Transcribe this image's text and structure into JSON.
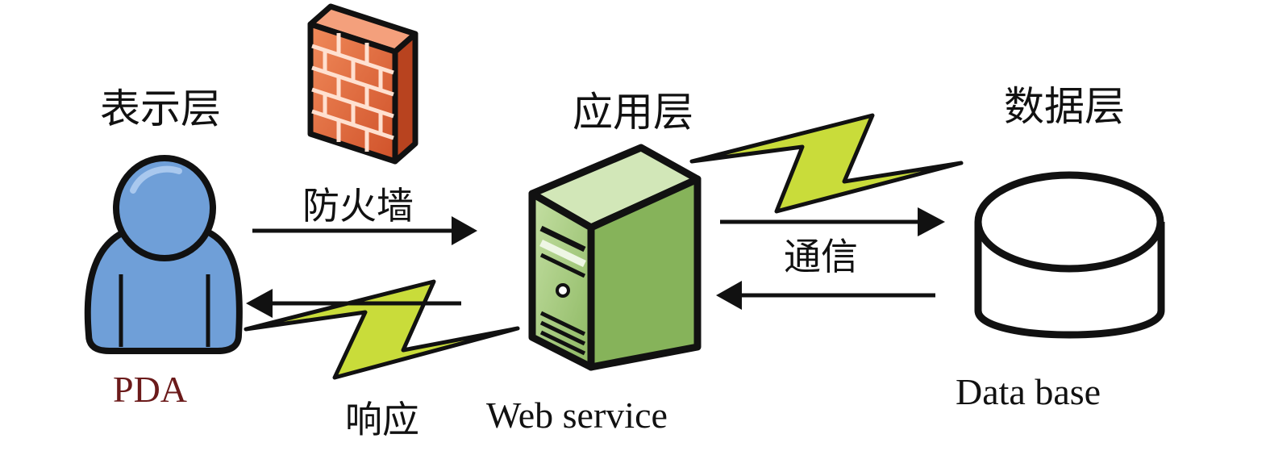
{
  "layers": {
    "presentation": "表示层",
    "application": "应用层",
    "data": "数据层"
  },
  "flows": {
    "firewall": "防火墙",
    "communication": "通信",
    "response": "响应"
  },
  "nodes": {
    "pda": "PDA",
    "web_service": "Web service",
    "database": "Data base"
  },
  "icons": {
    "user": "person-icon",
    "firewall": "brick-wall-icon",
    "server": "server-tower-icon",
    "database": "database-cylinder-icon",
    "lightning": "lightning-bolt-icon"
  },
  "colors": {
    "pda_label": "#6b1a1a",
    "person_fill": "#6f9fd8",
    "server_fill": "#a9cc7e",
    "bolt_fill": "#c9dc3a",
    "brick": "#e0643a"
  }
}
